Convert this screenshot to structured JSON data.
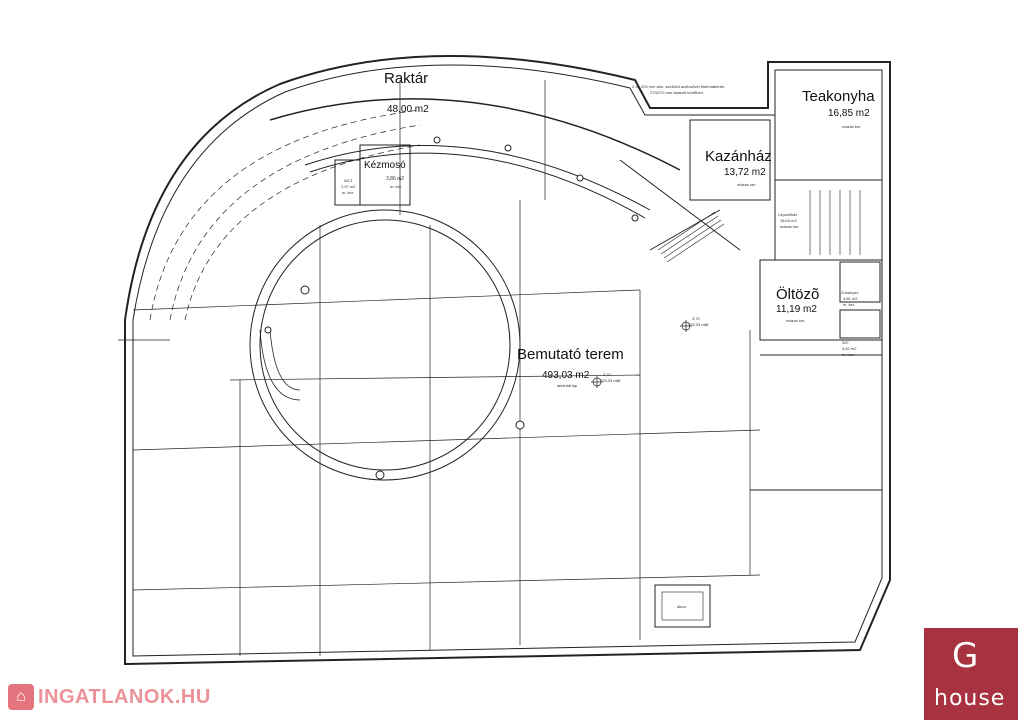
{
  "rooms": {
    "raktar": {
      "name": "Raktár",
      "area": "48,00 m2"
    },
    "teakonyha": {
      "name": "Teakonyha",
      "area": "16,85 m2",
      "floor": "mázas ker."
    },
    "kazanhaz": {
      "name": "Kazánház",
      "area": "13,72 m2",
      "floor": "mázas ker."
    },
    "kezmoso": {
      "name": "Kézmosó",
      "area": "3,86 m2",
      "floor": "m. ker."
    },
    "wc1": {
      "name": "WC1",
      "area": "1,97 m2",
      "floor": "m. ker."
    },
    "bemutato": {
      "name": "Bemutató terem",
      "area": "493,03 m2",
      "floor": "laminált lap"
    },
    "oltozo": {
      "name": "Öltözõ",
      "area": "11,19 m2",
      "floor": "mázas ker."
    },
    "lepcsohaz": {
      "name": "Lépcsőház",
      "area": "18,04 m2",
      "floor": "mázas ker."
    },
    "zuhanyzo": {
      "name": "Zuhanyzó",
      "area": "4,81 m2",
      "floor": "m. ker."
    },
    "wc2": {
      "name": "WC",
      "area": "3,62 m2",
      "floor": "m. ker."
    }
  },
  "notes": {
    "ventilation": "2 db 225 mm átm. szellőző acélcsővel födémáttörés,",
    "ventilation2": "270/270 mm falazott kürtőben.",
    "level1": "3,70",
    "level1b": "226,03 mBf",
    "level2": "3,70",
    "level2b": "226,03 mBf",
    "pit": "akna"
  },
  "watermark": {
    "text": "INGATLANOK.HU"
  },
  "logo": {
    "letter": "G",
    "word": "house"
  }
}
